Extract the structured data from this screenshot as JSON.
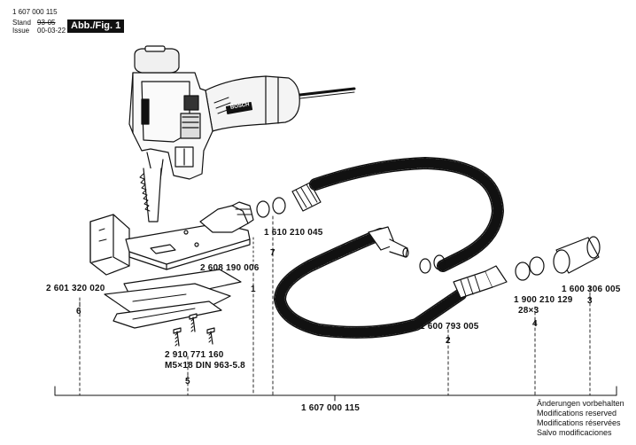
{
  "header": {
    "doc_number": "1 607 000 115",
    "stand_label": "Stand",
    "issue_label": "Issue",
    "stand_value": "93-05",
    "issue_value": "00-03-22",
    "figure_badge": "Abb./Fig. 1"
  },
  "parts": [
    {
      "key": "deflector_plate",
      "part_no": "2 601 320 020",
      "pos": "6"
    },
    {
      "key": "adapter_base",
      "part_no": "2 608 190 006",
      "pos": "1"
    },
    {
      "key": "o_ring_small",
      "part_no": "1 610 210 045",
      "pos": "7"
    },
    {
      "key": "screws",
      "part_no": "2 910 771 160",
      "spec": "M5×18 DIN 963-5.8",
      "pos": "5"
    },
    {
      "key": "hose",
      "part_no": "1 600 793 005",
      "pos": "2"
    },
    {
      "key": "o_ring_large",
      "part_no": "1 900 210 129",
      "spec": "28×3",
      "pos": "4"
    },
    {
      "key": "hose_sleeve",
      "part_no": "1 600 306 005",
      "pos": "3"
    }
  ],
  "assembly_part_no": "1 607 000 115",
  "footer_notes": [
    "Änderungen vorbehalten",
    "Modifications reserved",
    "Modifications réservées",
    "Salvo modificaciones"
  ],
  "device_label": "BOSCH"
}
